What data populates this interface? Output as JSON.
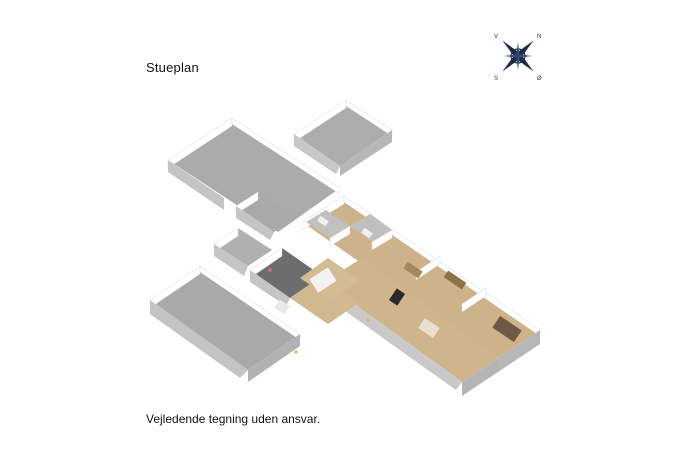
{
  "title": "Stueplan",
  "disclaimer": "Vejledende tegning uden ansvar.",
  "compass": {
    "n": "N",
    "v": "V",
    "s": "S",
    "e": "Ø",
    "color": "#1c2b4a"
  },
  "colors": {
    "wall_top": "#ffffff",
    "wall_side": "#c9c9c9",
    "wall_side_dark": "#b1b1b1",
    "concrete": "#a7a7a7",
    "wood": "#d6b888",
    "tile": "#bdbdbd",
    "dark_floor": "#6e6e6e"
  }
}
